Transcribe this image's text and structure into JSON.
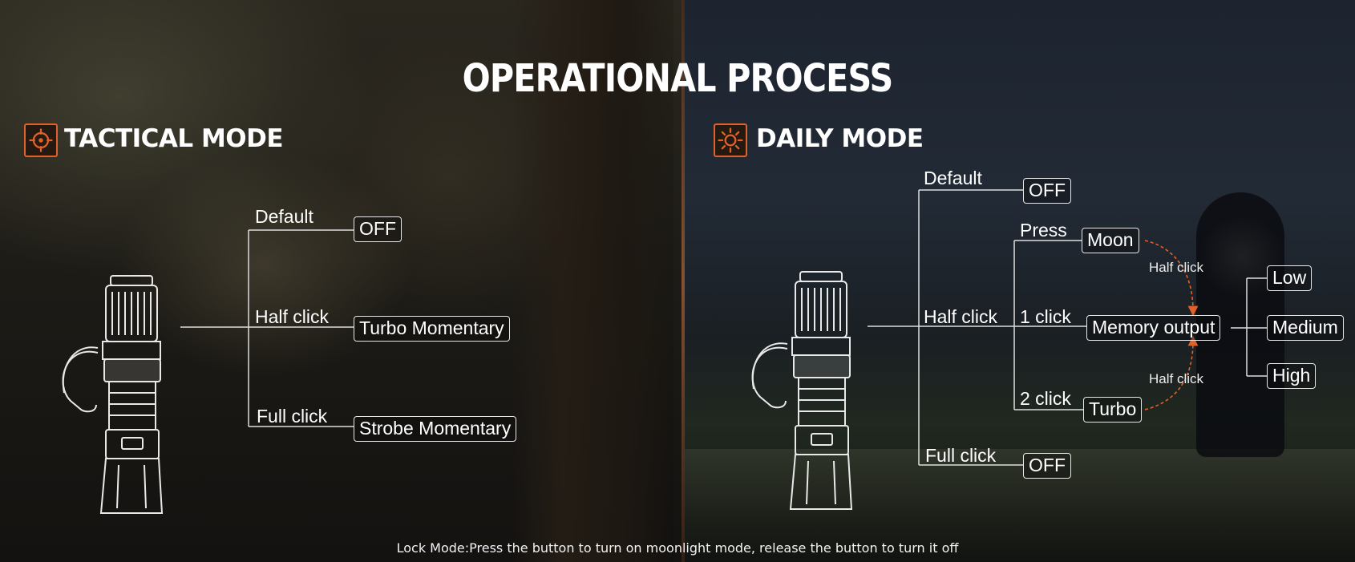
{
  "title": "OPERATIONAL PROCESS",
  "tactical": {
    "title": "TACTICAL MODE",
    "icon": "crosshair-icon",
    "default_label": "Default",
    "default_result": "OFF",
    "half_click_label": "Half click",
    "half_click_result": "Turbo Momentary",
    "full_click_label": "Full click",
    "full_click_result": "Strobe Momentary"
  },
  "daily": {
    "title": "DAILY MODE",
    "icon": "sun-icon",
    "default_label": "Default",
    "default_result": "OFF",
    "half_click_label": "Half click",
    "press_label": "Press",
    "moon": "Moon",
    "one_click_label": "1 click",
    "memory": "Memory output",
    "two_click_label": "2 click",
    "turbo": "Turbo",
    "half_click_hint_upper": "Half click",
    "half_click_hint_lower": "Half click",
    "levels": [
      "Low",
      "Medium",
      "High"
    ],
    "full_click_label": "Full click",
    "full_click_result": "OFF"
  },
  "footer": "Lock Mode:Press the button to turn on moonlight mode, release the button to turn it off",
  "colors": {
    "accent": "#e0622a",
    "text": "#ffffff"
  }
}
